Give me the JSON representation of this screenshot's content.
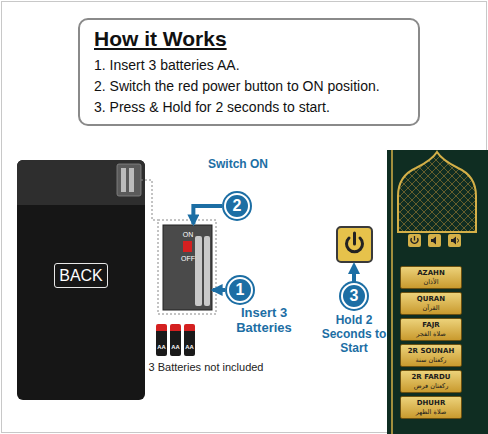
{
  "diagram": {
    "nodes": [
      {
        "text": [
          "How it Works",
          "1. Insert 3 batteries AA.",
          "2. Switch the red power button to ON position.",
          "3. Press & Hold for 2 seconds to start."
        ]
      },
      {
        "text": [
          "BACK"
        ]
      },
      {
        "text": [
          "ON",
          "OFF"
        ]
      },
      {
        "text": [
          "2"
        ]
      },
      {
        "text": [
          "1"
        ]
      },
      {
        "text": [
          "3"
        ]
      },
      {
        "text": [
          "AA"
        ]
      },
      {
        "text": [
          "AA"
        ]
      },
      {
        "text": [
          "AA"
        ]
      },
      {
        "text": [
          "AZAHN",
          "الأذان"
        ]
      },
      {
        "text": [
          "QURAN",
          "القرآن"
        ]
      },
      {
        "text": [
          "FAJR",
          "صلاة الفجر"
        ]
      },
      {
        "text": [
          "2R SOUNAH",
          "ركعتان سنة"
        ]
      },
      {
        "text": [
          "2R FARDU",
          "ركعتان فرض"
        ]
      },
      {
        "text": [
          "DHUHR",
          "صلاة الظهر"
        ]
      }
    ],
    "edges": [
      {
        "from": 3,
        "to": 2,
        "arrow": "to"
      },
      {
        "from": 4,
        "to": 2,
        "arrow": "to"
      }
    ],
    "labels": [
      "Switch ON",
      "Insert 3 Batteries",
      "Hold 2 Seconds to Start",
      "3 Batteries not included"
    ]
  }
}
